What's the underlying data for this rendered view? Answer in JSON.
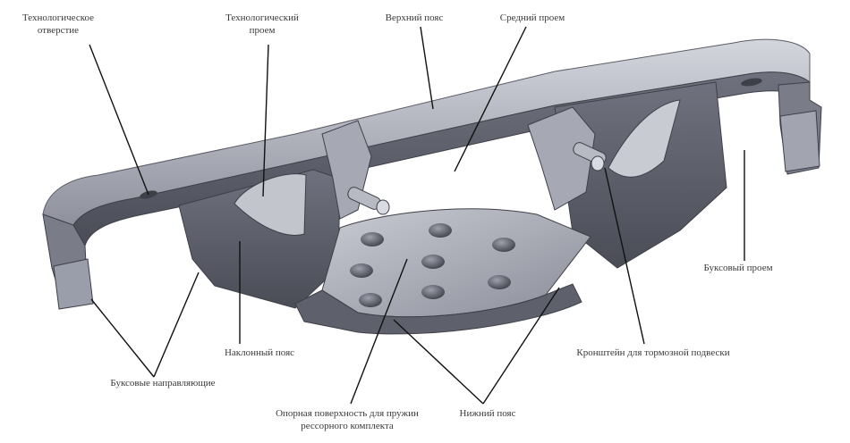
{
  "labels": {
    "tech_hole": "Технологическое\nотверстие",
    "tech_opening": "Технологический\nпроем",
    "top_chord": "Верхний пояс",
    "middle_opening": "Средний проем",
    "axle_opening": "Буксовый проем",
    "inclined_chord": "Наклонный пояс",
    "brake_bracket": "Кронштейн для тормозной подвески",
    "axle_guides": "Буксовые направляющие",
    "spring_support": "Опорная поверхность для пружин\nрессорного комплекта",
    "bottom_chord": "Нижний пояс"
  },
  "colors": {
    "background": "#ffffff",
    "body_light": "#b8bac4",
    "body_mid": "#7d808c",
    "body_dark": "#4a4c56",
    "leader": "#111111",
    "text": "#3a3a3a"
  }
}
